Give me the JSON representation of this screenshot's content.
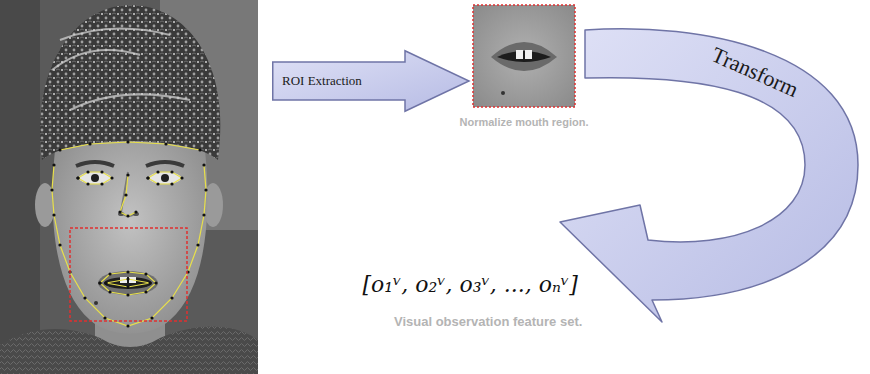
{
  "diagram": {
    "nodes": [
      {
        "text": [
          "ROI Extraction"
        ]
      },
      {
        "text": [
          "Normalize mouth region."
        ]
      },
      {
        "text": [
          "Transform"
        ]
      }
    ],
    "labels": [
      "[o₁ᵛ, o₂ᵛ, o₃ᵛ, ..., oₙᵛ]",
      "Visual observation feature set."
    ]
  }
}
